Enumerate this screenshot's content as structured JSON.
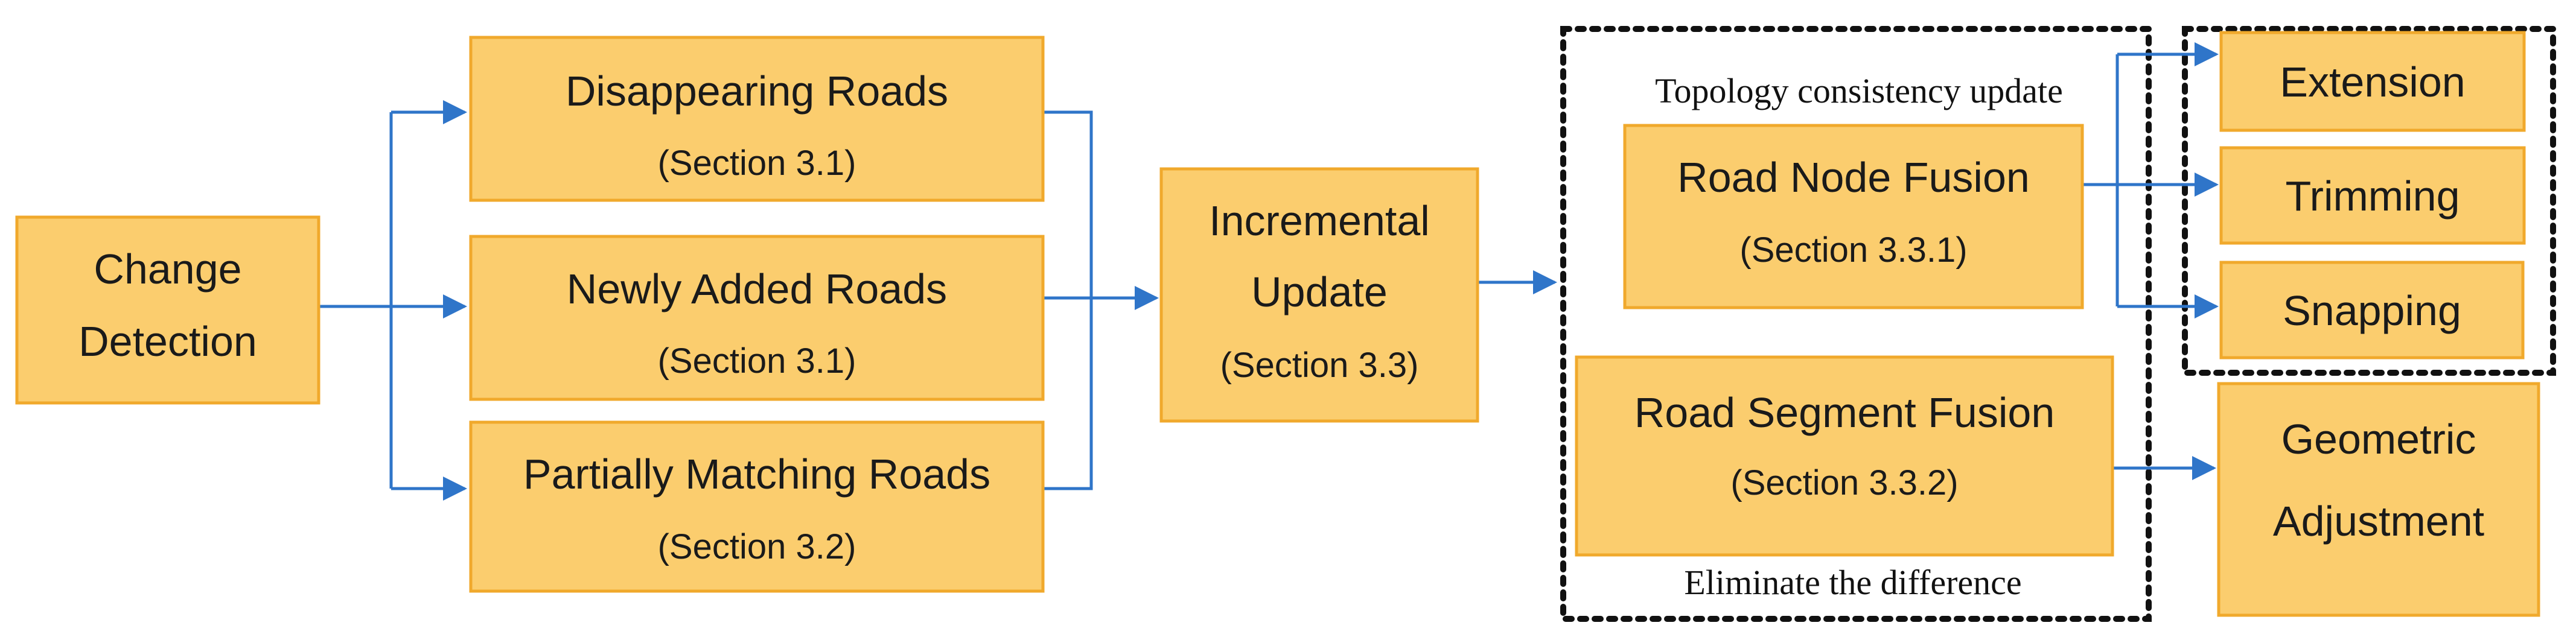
{
  "nodes": {
    "change_detection": {
      "line1": "Change",
      "line2": "Detection"
    },
    "disappearing": {
      "title": "Disappearing Roads",
      "section": "(Section 3.1)"
    },
    "newly_added": {
      "title": "Newly Added Roads",
      "section": "(Section 3.1)"
    },
    "partially_matching": {
      "title": "Partially Matching Roads",
      "section": "(Section 3.2)"
    },
    "incremental_update": {
      "line1": "Incremental",
      "line2": "Update",
      "section": "(Section 3.3)"
    },
    "road_node_fusion": {
      "title": "Road Node Fusion",
      "section": "(Section 3.3.1)"
    },
    "road_segment_fusion": {
      "title": "Road Segment Fusion",
      "section": "(Section 3.3.2)"
    },
    "extension": {
      "title": "Extension"
    },
    "trimming": {
      "title": "Trimming"
    },
    "snapping": {
      "title": "Snapping"
    },
    "geometric_adjustment": {
      "line1": "Geometric",
      "line2": "Adjustment"
    }
  },
  "labels": {
    "topology": "Topology consistency update",
    "eliminate": "Eliminate the difference"
  },
  "colors": {
    "box_fill": "#fbcd6e",
    "box_border": "#f0a92c",
    "arrow": "#2f75c9",
    "dotted_frame": "#111111"
  }
}
